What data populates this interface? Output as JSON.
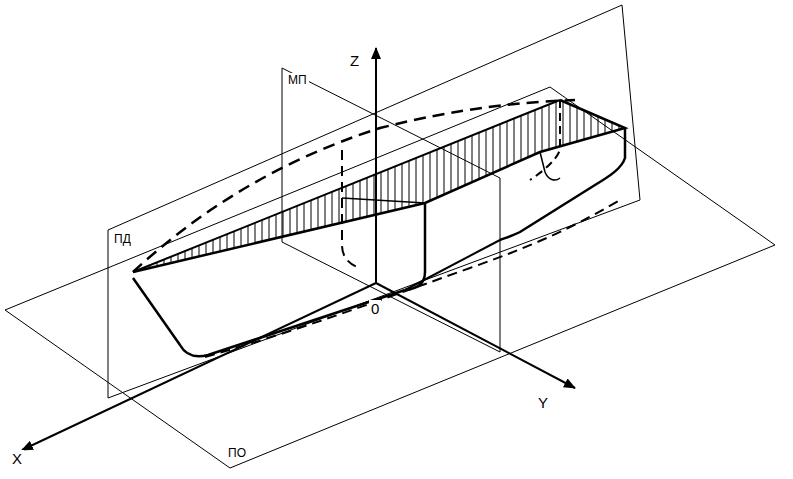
{
  "diagram": {
    "labels": [
      "Z",
      "МП",
      "ПД",
      "0",
      "Y",
      "X",
      "ПО"
    ]
  }
}
